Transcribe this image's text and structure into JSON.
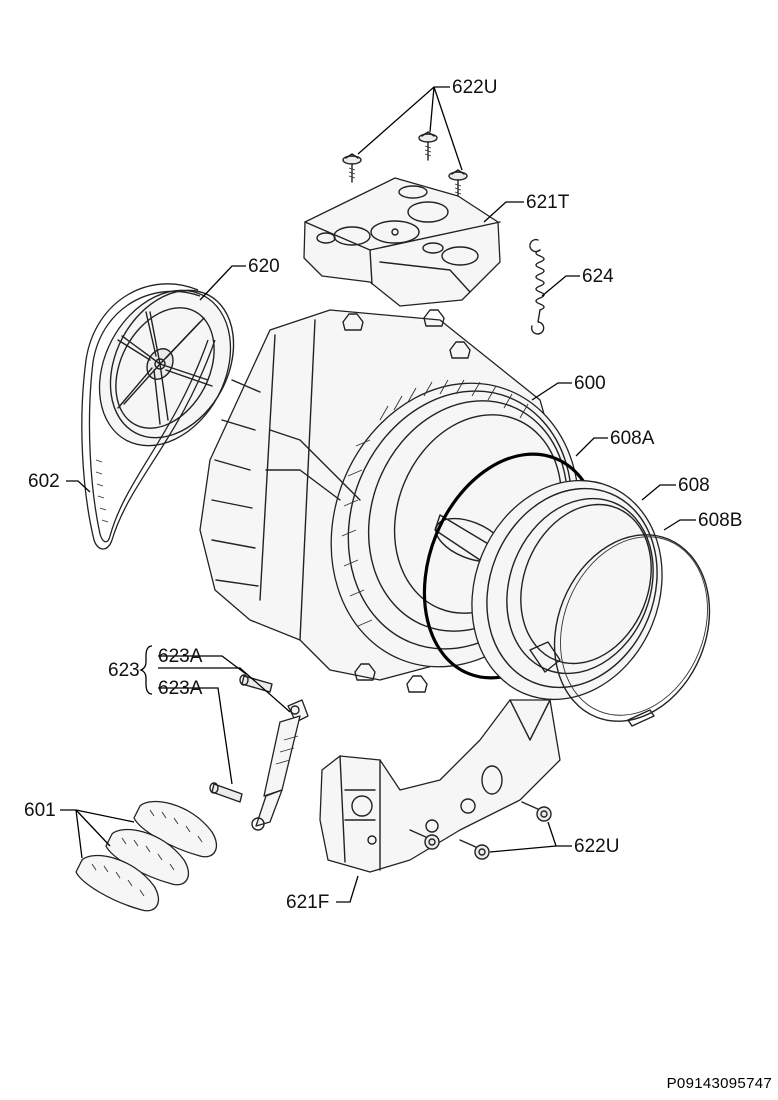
{
  "labels": {
    "l622u_top": "622U",
    "l621t": "621T",
    "l620": "620",
    "l624": "624",
    "l600": "600",
    "l608a": "608A",
    "l602": "602",
    "l608": "608",
    "l608b": "608B",
    "l623": "623",
    "l623a_1": "623A",
    "l623a_2": "623A",
    "l601": "601",
    "l622u_bottom": "622U",
    "l621f": "621F"
  },
  "drawing_code": "P09143095747"
}
